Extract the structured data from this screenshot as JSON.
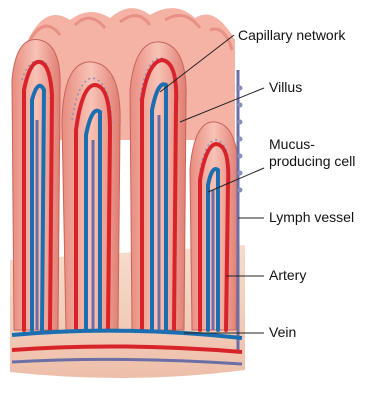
{
  "labels": {
    "capillary_network": "Capillary network",
    "villus": "Villus",
    "mucus_cell": "Mucus-\nproducing cell",
    "lymph_vessel": "Lymph vessel",
    "artery": "Artery",
    "vein": "Vein"
  },
  "colors": {
    "tissue": "#f2a79a",
    "tissue_light": "#f8c9bd",
    "tissue_dark": "#d9746a",
    "artery": "#d8232a",
    "vein": "#1b6fb0",
    "lymph": "#6c6fa6",
    "cell_dots": "#8a8fb8",
    "base": "#f3d3c0",
    "leader": "#222222"
  }
}
